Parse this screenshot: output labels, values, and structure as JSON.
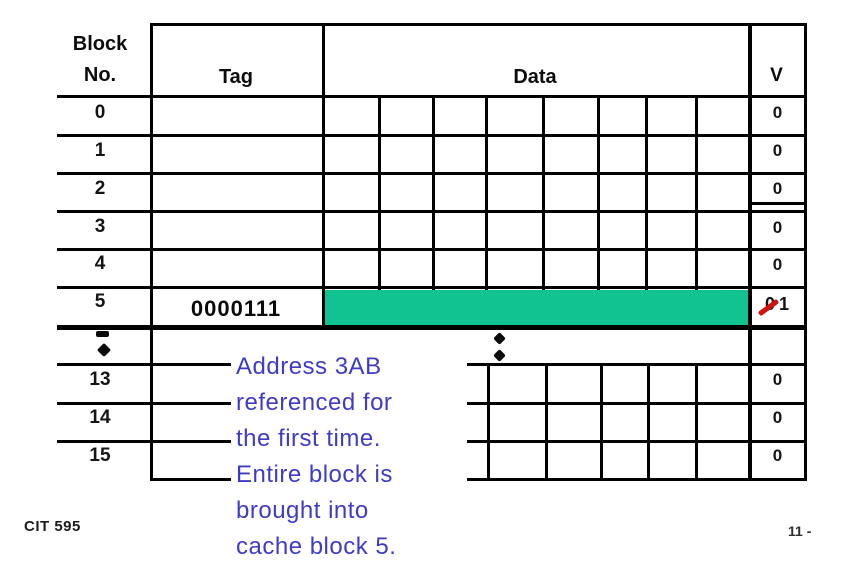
{
  "table": {
    "header": {
      "block_col_line1": "Block",
      "block_col_line2": "No.",
      "tag": "Tag",
      "data": "Data",
      "valid": "V"
    },
    "rows": [
      {
        "no": "0",
        "tag": "",
        "valid": "0"
      },
      {
        "no": "1",
        "tag": "",
        "valid": "0"
      },
      {
        "no": "2",
        "tag": "",
        "valid": "0"
      },
      {
        "no": "3",
        "tag": "",
        "valid": "0"
      },
      {
        "no": "4",
        "tag": "",
        "valid": "0"
      },
      {
        "no": "5",
        "tag": "0000111",
        "valid_old": "0",
        "valid_new": "1"
      },
      {
        "no": "13",
        "tag": "",
        "valid": "0"
      },
      {
        "no": "14",
        "tag": "",
        "valid": "0"
      },
      {
        "no": "15",
        "tag": "",
        "valid": "0"
      }
    ]
  },
  "annotation": {
    "lines": [
      "Address 3AB",
      "referenced for",
      "the first time.",
      "Entire block is",
      "brought into",
      "cache block 5."
    ],
    "color": "#3F3BC6"
  },
  "footer": {
    "left": "CIT 595",
    "right": "11 -"
  },
  "colors": {
    "highlight_green": "#11C390",
    "strike_red": "#CF1212",
    "grid_black": "#000000"
  }
}
